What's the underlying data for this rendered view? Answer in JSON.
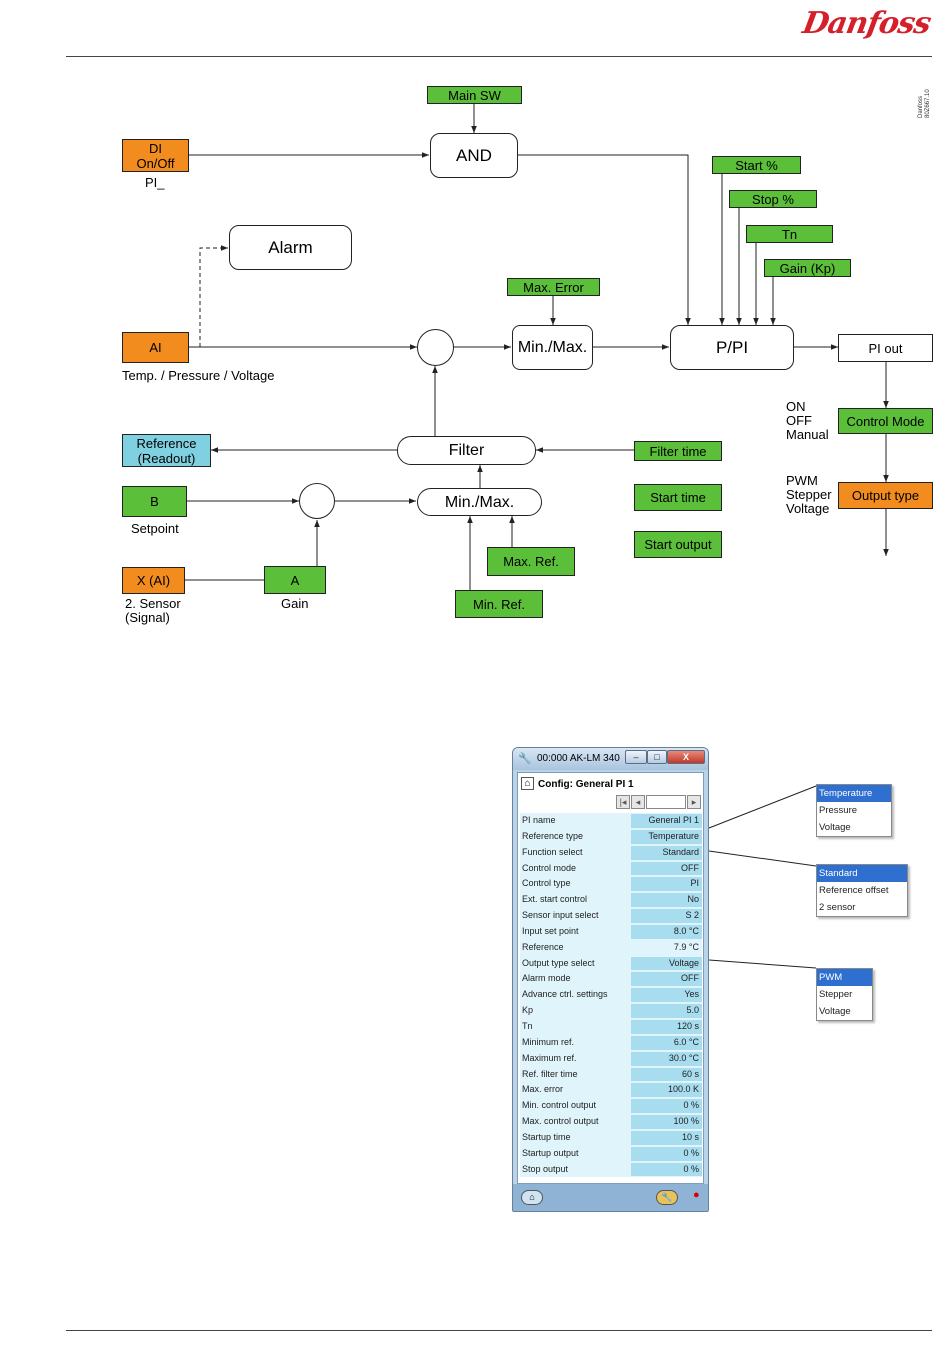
{
  "header": {
    "brand": "Danfoss",
    "drawing_code_line1": "Danfoss",
    "drawing_code_line2": "80Z667.10"
  },
  "diagram": {
    "main_sw": "Main SW",
    "and_block": "AND",
    "di_box": "DI\nOn/Off",
    "di_sub": "PI_",
    "alarm": "Alarm",
    "ai_box": "AI",
    "ai_sub": "Temp. / Pressure / Voltage",
    "max_error": "Max. Error",
    "minmax_upper": "Min./Max.",
    "ppi": "P/PI",
    "start_pct": "Start %",
    "stop_pct": "Stop %",
    "tn": "Tn",
    "gain_kp": "Gain (Kp)",
    "pi_out": "PI out",
    "control_mode_options": "ON\nOFF\nManual",
    "control_mode": "Control Mode",
    "output_type_options": "PWM\nStepper\nVoltage",
    "output_type": "Output type",
    "reference_readout": "Reference\n(Readout)",
    "filter": "Filter",
    "filter_time": "Filter time",
    "b_box": "B",
    "setpoint": "Setpoint",
    "minmax_lower": "Min./Max.",
    "start_time": "Start time",
    "start_output": "Start output",
    "max_ref": "Max. Ref.",
    "x_ai": "X (AI)",
    "sensor2": "2. Sensor\n(Signal)",
    "a_box": "A",
    "gain": "Gain",
    "min_ref": "Min. Ref."
  },
  "window": {
    "title": "00:000 AK-LM 340",
    "min_btn": "–",
    "max_btn": "□",
    "close_btn": "X",
    "config_title": "Config: General PI 1",
    "home_icon": "home-icon",
    "rows": [
      {
        "name": "PI name",
        "value": "General PI 1",
        "editable": true
      },
      {
        "name": "Reference type",
        "value": "Temperature",
        "editable": true
      },
      {
        "name": "Function select",
        "value": "Standard",
        "editable": true
      },
      {
        "name": "Control mode",
        "value": "OFF",
        "editable": true
      },
      {
        "name": "Control type",
        "value": "PI",
        "editable": true
      },
      {
        "name": "Ext. start control",
        "value": "No",
        "editable": true
      },
      {
        "name": "Sensor input select",
        "value": "S 2",
        "editable": true
      },
      {
        "name": "Input set point",
        "value": "8.0 °C",
        "editable": true
      },
      {
        "name": "Reference",
        "value": "7.9 °C",
        "editable": false
      },
      {
        "name": "Output type select",
        "value": "Voltage",
        "editable": true
      },
      {
        "name": "Alarm mode",
        "value": "OFF",
        "editable": true
      },
      {
        "name": "Advance ctrl. settings",
        "value": "Yes",
        "editable": true
      },
      {
        "name": "Kp",
        "value": "5.0",
        "editable": true
      },
      {
        "name": "Tn",
        "value": "120 s",
        "editable": true
      },
      {
        "name": "Minimum ref.",
        "value": "6.0 °C",
        "editable": true
      },
      {
        "name": "Maximum ref.",
        "value": "30.0 °C",
        "editable": true
      },
      {
        "name": "Ref. filter time",
        "value": "60 s",
        "editable": true
      },
      {
        "name": "Max. error",
        "value": "100.0 K",
        "editable": true
      },
      {
        "name": "Min. control output",
        "value": "0 %",
        "editable": true
      },
      {
        "name": "Max. control output",
        "value": "100 %",
        "editable": true
      },
      {
        "name": "Startup time",
        "value": "10 s",
        "editable": true
      },
      {
        "name": "Startup output",
        "value": "0 %",
        "editable": true
      },
      {
        "name": "Stop output",
        "value": "0 %",
        "editable": true
      }
    ]
  },
  "dropdowns": {
    "reference_type": [
      "Temperature",
      "Pressure",
      "Voltage"
    ],
    "function_select": [
      "Standard",
      "Reference offset",
      "2 sensor"
    ],
    "output_type": [
      "PWM",
      "Stepper",
      "Voltage"
    ]
  },
  "colors": {
    "input_green": "#5bbf3a",
    "io_orange": "#f28c1e",
    "readout_blue": "#7fd0e0",
    "brand_red": "#d4202a"
  }
}
